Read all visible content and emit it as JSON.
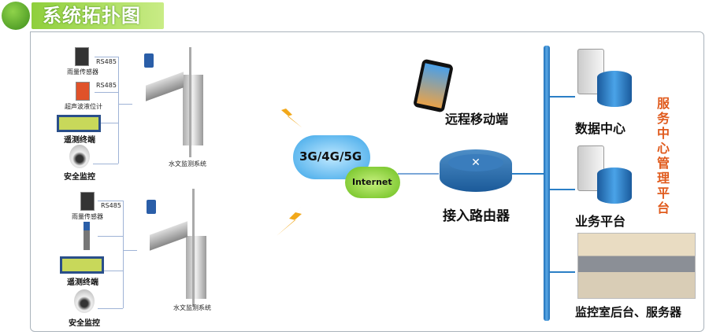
{
  "header": {
    "title": "系统拓扑图"
  },
  "stations": [
    {
      "rs485_1": "RS485",
      "rs485_2": "RS485",
      "sensor1": "雨量传感器",
      "sensor2": "超声波液位计",
      "terminal": "遥测终端",
      "camera": "安全监控",
      "system": "水文监测系统"
    },
    {
      "rs485_1": "RS485",
      "sensor1": "雨量传感器",
      "terminal": "遥测终端",
      "camera": "安全监控",
      "system": "水文监测系统"
    }
  ],
  "network": {
    "cloud_label": "3G/4G/5G",
    "internet_label": "Internet",
    "mobile": "远程移动端",
    "router": "接入路由器"
  },
  "right": {
    "data_center": "数据中心",
    "business": "业务平台",
    "monitor": "监控室后台、服务器",
    "platform_title": "服务中心管理平台"
  },
  "colors": {
    "accent": "#e05a1c",
    "bus": "#1e6fb8",
    "header": "#8fcf3c"
  }
}
